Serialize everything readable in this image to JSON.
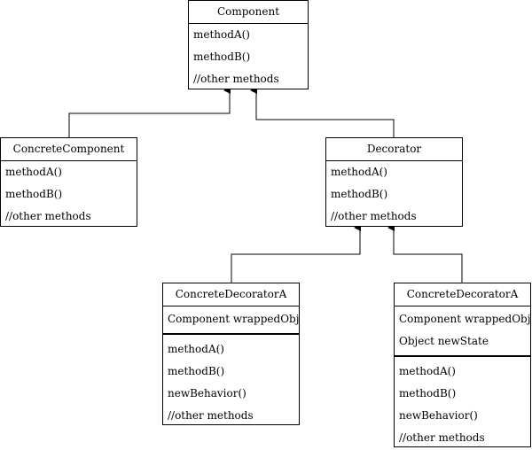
{
  "classes": {
    "component": {
      "title": "Component",
      "methods": [
        "methodA()",
        "methodB()",
        "//other methods"
      ]
    },
    "concrete_component": {
      "title": "ConcreteComponent",
      "methods": [
        "methodA()",
        "methodB()",
        "//other methods"
      ]
    },
    "decorator": {
      "title": "Decorator",
      "methods": [
        "methodA()",
        "methodB()",
        "//other methods"
      ]
    },
    "concrete_decorator_a1": {
      "title": "ConcreteDecoratorA",
      "fields": [
        "Component wrappedObj"
      ],
      "methods": [
        "methodA()",
        "methodB()",
        "newBehavior()",
        "//other methods"
      ]
    },
    "concrete_decorator_a2": {
      "title": "ConcreteDecoratorA",
      "fields": [
        "Component wrappedObj",
        "Object newState"
      ],
      "methods": [
        "methodA()",
        "methodB()",
        "newBehavior()",
        "//other methods"
      ]
    }
  },
  "colors": {
    "line": "#000000",
    "background": "#ffffff"
  }
}
